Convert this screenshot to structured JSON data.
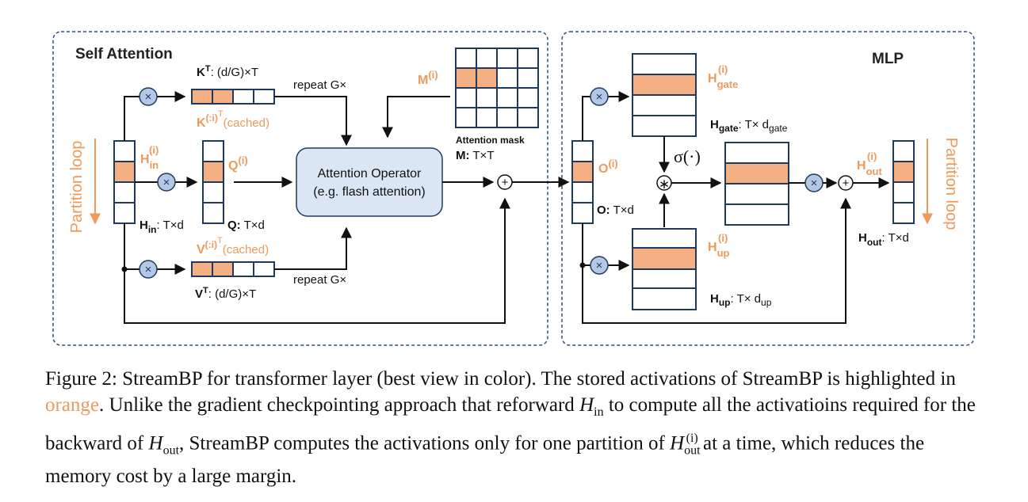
{
  "panels": {
    "self_attention_title": "Self Attention",
    "mlp_title": "MLP"
  },
  "labels": {
    "partition_loop": "Partition loop",
    "k_transpose": "K",
    "k_sup": "T",
    "k_dims": ": (d/G)×T",
    "k_cached_base": "K",
    "k_cached_sup": "(:i)",
    "k_cached_sup_t": "T",
    "k_cached_note": "(cached)",
    "repeat_k": "repeat G×",
    "repeat_v": "repeat G×",
    "m_i": "M",
    "m_i_sup": "(i)",
    "attention_mask": "Attention mask",
    "m_dims_bold": "M:",
    "m_dims": " T×T",
    "h_in_i": "H",
    "h_in_i_sub": "in",
    "h_in_i_sup": "(i)",
    "h_in_dims_bold": "H",
    "h_in_dims_sub": "in",
    "h_in_dims": ": T×d",
    "q_i": "Q",
    "q_i_sup": "(i)",
    "q_dims_bold": "Q:",
    "q_dims": " T×d",
    "attention_op_line1": "Attention Operator",
    "attention_op_line2": "(e.g. flash attention)",
    "v_cached_base": "V",
    "v_cached_sup": "(:i)",
    "v_cached_sup_t": "T",
    "v_cached_note": "(cached)",
    "v_transpose": "V",
    "v_sup": "T",
    "v_dims": ": (d/G)×T",
    "o_i": "O",
    "o_i_sup": "(i)",
    "o_dims_bold": "O:",
    "o_dims": " T×d",
    "h_gate_i": "H",
    "h_gate_i_sub": "gate",
    "h_gate_i_sup": "(i)",
    "h_gate_dims_bold": "H",
    "h_gate_dims_sub": "gate",
    "h_gate_dims": ": T× d",
    "h_gate_dims_sub2": "gate",
    "sigma": "σ(·)",
    "h_up_i": "H",
    "h_up_i_sub": "up",
    "h_up_i_sup": "(i)",
    "h_up_dims_bold": "H",
    "h_up_dims_sub": "up",
    "h_up_dims": ": T× d",
    "h_up_dims_sub2": "up",
    "h_out_i": "H",
    "h_out_i_sub": "out",
    "h_out_i_sup": "(i)",
    "h_out_dims_bold": "H",
    "h_out_dims_sub": "out",
    "h_out_dims": ": T×d",
    "multiply_symbol": "×",
    "add_symbol": "+",
    "star_symbol": "∗"
  },
  "caption": {
    "prefix": "Figure 2: StreamBP for transformer layer (best view in color). The stored activations of StreamBP is highlighted in ",
    "highlight": "orange",
    "middle1": ". Unlike the gradient checkpointing approach that reforward ",
    "h": "H",
    "in_sub": "in",
    "middle2": " to compute all the activatioins required for the backward of ",
    "out_sub": "out",
    "middle3": ", StreamBP computes the activations only for one partition of ",
    "i_sup": "(i)",
    "suffix": " at a time, which reduces the memory cost by a large margin."
  },
  "colors": {
    "highlight": "#f4b083",
    "text_orange": "#ed9a5c",
    "box_border": "#1f3a5c",
    "operator_fill": "#dae6f4",
    "multiply_fill": "#b4c7e7",
    "dashed_border": "#2f4f7a"
  }
}
